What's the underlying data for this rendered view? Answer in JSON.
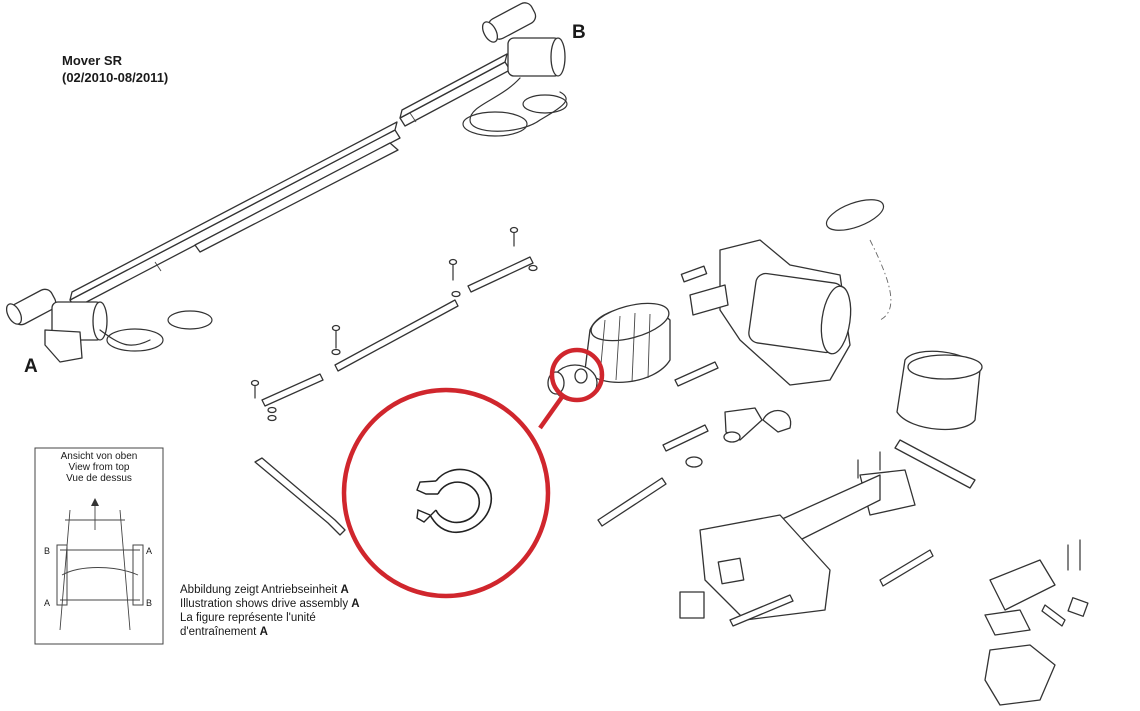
{
  "header": {
    "model": "Mover SR",
    "period": "(02/2010-08/2011)"
  },
  "assembly_labels": {
    "a": "A",
    "b": "B"
  },
  "inset": {
    "view_de": "Ansicht von oben",
    "view_en": "View from top",
    "view_fr": "Vue de dessus",
    "side_b": "B",
    "side_a": "A"
  },
  "caption": {
    "line_de": "Abbildung zeigt Antriebseinheit",
    "line_en": "Illustration shows drive assembly",
    "line_fr_1": "La figure représente l'unité",
    "line_fr_2": "d'entraînement",
    "marker": "A"
  },
  "highlight": {
    "color": "#d0262d",
    "part": "circlip-icon"
  }
}
